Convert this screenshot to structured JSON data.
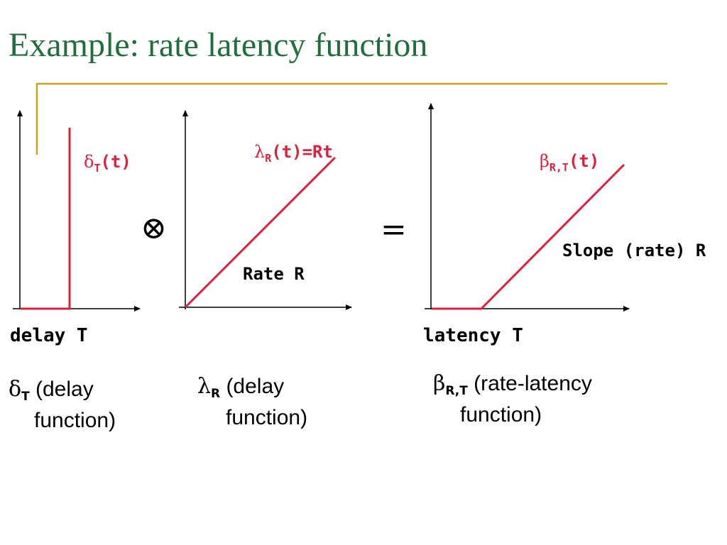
{
  "title": "Example: rate latency function",
  "accent_colors": {
    "title": "#1f6e3b",
    "rule": "#c9a227",
    "curve": "#e0203a"
  },
  "operators": {
    "convolution": "⊗",
    "equals": "="
  },
  "graph1": {
    "label_greek": "δ",
    "label_sub": "T",
    "label_rest": "(t)",
    "axis_label": "delay T"
  },
  "graph2": {
    "label_greek": "λ",
    "label_sub": "R",
    "label_rest": "(t)=Rt",
    "slope_label": "Rate R"
  },
  "graph3": {
    "label_greek": "β",
    "label_sub": "R,T",
    "label_rest": "(t)",
    "slope_label": "Slope (rate) R",
    "axis_label": "latency T"
  },
  "captions": {
    "c1": {
      "greek": "δ",
      "sub": "T",
      "line1": " (delay",
      "line2": "function)"
    },
    "c2": {
      "greek": "λ",
      "sub": "R",
      "line1": " (delay",
      "line2": "function)"
    },
    "c3": {
      "greek": "β",
      "sub": "R,T",
      "line1": " (rate-latency",
      "line2": "function)"
    }
  }
}
